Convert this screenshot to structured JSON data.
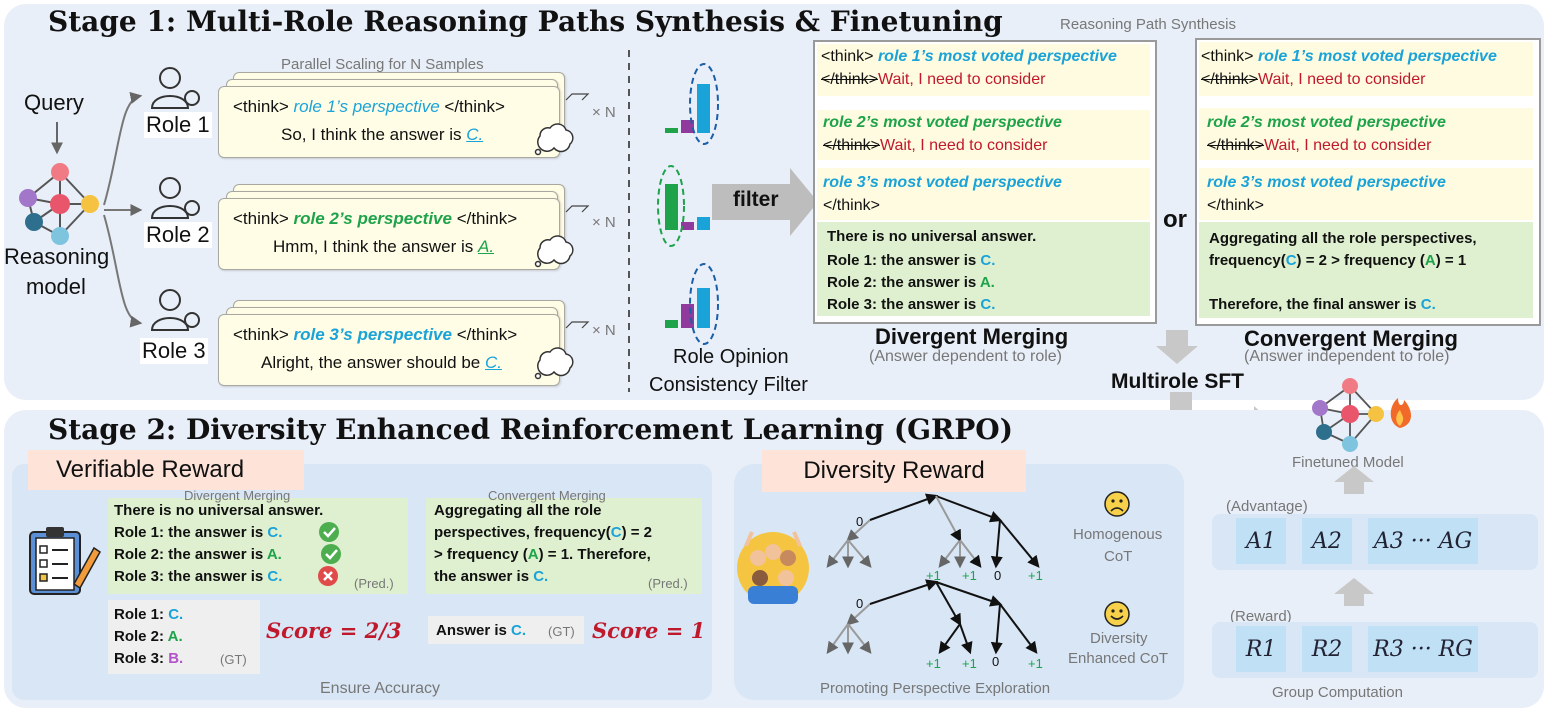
{
  "stage1": {
    "title": "Stage 1: Multi-Role Reasoning Paths Synthesis & Finetuning",
    "query": "Query",
    "model_label_1": "Reasoning",
    "model_label_2": "model",
    "parallel_label": "Parallel Scaling for N Samples",
    "times_n": "× N",
    "roles": [
      {
        "label": "Role 1",
        "think_open": "<think>",
        "perspective": "role 1’s perspective",
        "think_close": "</think>",
        "answer_prefix": "So, I think the answer is",
        "answer": "C."
      },
      {
        "label": "Role 2",
        "think_open": "<think>",
        "perspective": "role 2’s perspective",
        "think_close": "</think>",
        "answer_prefix": "Hmm, I think the answer is",
        "answer": "A."
      },
      {
        "label": "Role 3",
        "think_open": "<think>",
        "perspective": "role 3’s perspective",
        "think_close": "</think>",
        "answer_prefix": "Alright, the answer should be",
        "answer": "C."
      }
    ],
    "filter_label": "filter",
    "consistency_1": "Role Opinion",
    "consistency_2": "Consistency Filter",
    "synthesis_label": "Reasoning Path Synthesis",
    "or_label": "or",
    "think_open": "<think>",
    "think_close": "</think>",
    "strike_close": "</think>",
    "wait_text": "Wait, I need to consider",
    "r1_voted": "role 1’s most voted perspective",
    "r2_voted": "role 2’s most voted perspective",
    "r3_voted": "role 3’s most voted perspective",
    "divergent": {
      "title": "Divergent Merging",
      "subtitle": "(Answer dependent to role)",
      "line1": "There is no universal answer.",
      "role1_prefix": "Role 1: the answer is",
      "role1_ans": "C.",
      "role2_prefix": "Role 2: the answer is",
      "role2_ans": "A.",
      "role3_prefix": "Role 3: the answer is",
      "role3_ans": "C."
    },
    "convergent": {
      "title": "Convergent Merging",
      "subtitle": "(Answer independent to role)",
      "line1": "Aggregating all the role perspectives,",
      "line2a": "frequency(",
      "c": "C",
      "line2b": ") = 2 > frequency (",
      "a": "A",
      "line2c": ") = 1",
      "line3a": "Therefore, the final answer is",
      "line3b": "C."
    },
    "multirole_sft": "Multirole SFT",
    "finetuned_model": "Finetuned Model"
  },
  "stage2": {
    "title": "Stage 2: Diversity Enhanced Reinforcement Learning (GRPO)",
    "verifiable_reward": "Verifiable Reward",
    "diversity_reward": "Diversity Reward",
    "div_merge_label": "Divergent Merging",
    "conv_merge_label": "Convergent Merging",
    "pred_label": "(Pred.)",
    "gt_label": "(GT)",
    "div_pred": {
      "line1": "There is no universal answer.",
      "r1p": "Role 1: the answer is",
      "r1a": "C.",
      "r2p": "Role 2: the answer is",
      "r2a": "A.",
      "r3p": "Role 3: the answer is",
      "r3a": "C."
    },
    "conv_pred": {
      "l1": "Aggregating all the role",
      "l2a": "perspectives, frequency(",
      "c": "C",
      "l2b": ") = 2",
      "l3a": "> frequency (",
      "a": "A",
      "l3b": ") = 1. Therefore,",
      "l4a": "the answer is",
      "l4b": "C."
    },
    "gt_roles": {
      "r1p": "Role 1:",
      "r1a": "C.",
      "r2p": "Role 2:",
      "r2a": "A.",
      "r3p": "Role 3:",
      "r3a": "B."
    },
    "score1": "Score = 2/3",
    "answer_is": "Answer is",
    "answer_val": "C.",
    "score2": "Score = 1",
    "ensure_accuracy": "Ensure Accuracy",
    "homogenous_1": "Homogenous",
    "homogenous_2": "CoT",
    "diversity_1": "Diversity",
    "diversity_2": "Enhanced CoT",
    "promoting": "Promoting Perspective Exploration",
    "tree_zero": "0",
    "tree_plus": "+1",
    "advantage_label": "(Advantage)",
    "reward_label": "(Reward)",
    "group_computation": "Group Computation",
    "adv_cells": [
      "A1",
      "A2",
      "A3 ··· AG"
    ],
    "rew_cells": [
      "R1",
      "R2",
      "R3 ··· RG"
    ]
  },
  "colors": {
    "cyan": "#1aa3d8",
    "green": "#1ea34b",
    "purple": "#b253c9",
    "red": "#c0192c",
    "panel": "#e9eff8"
  }
}
